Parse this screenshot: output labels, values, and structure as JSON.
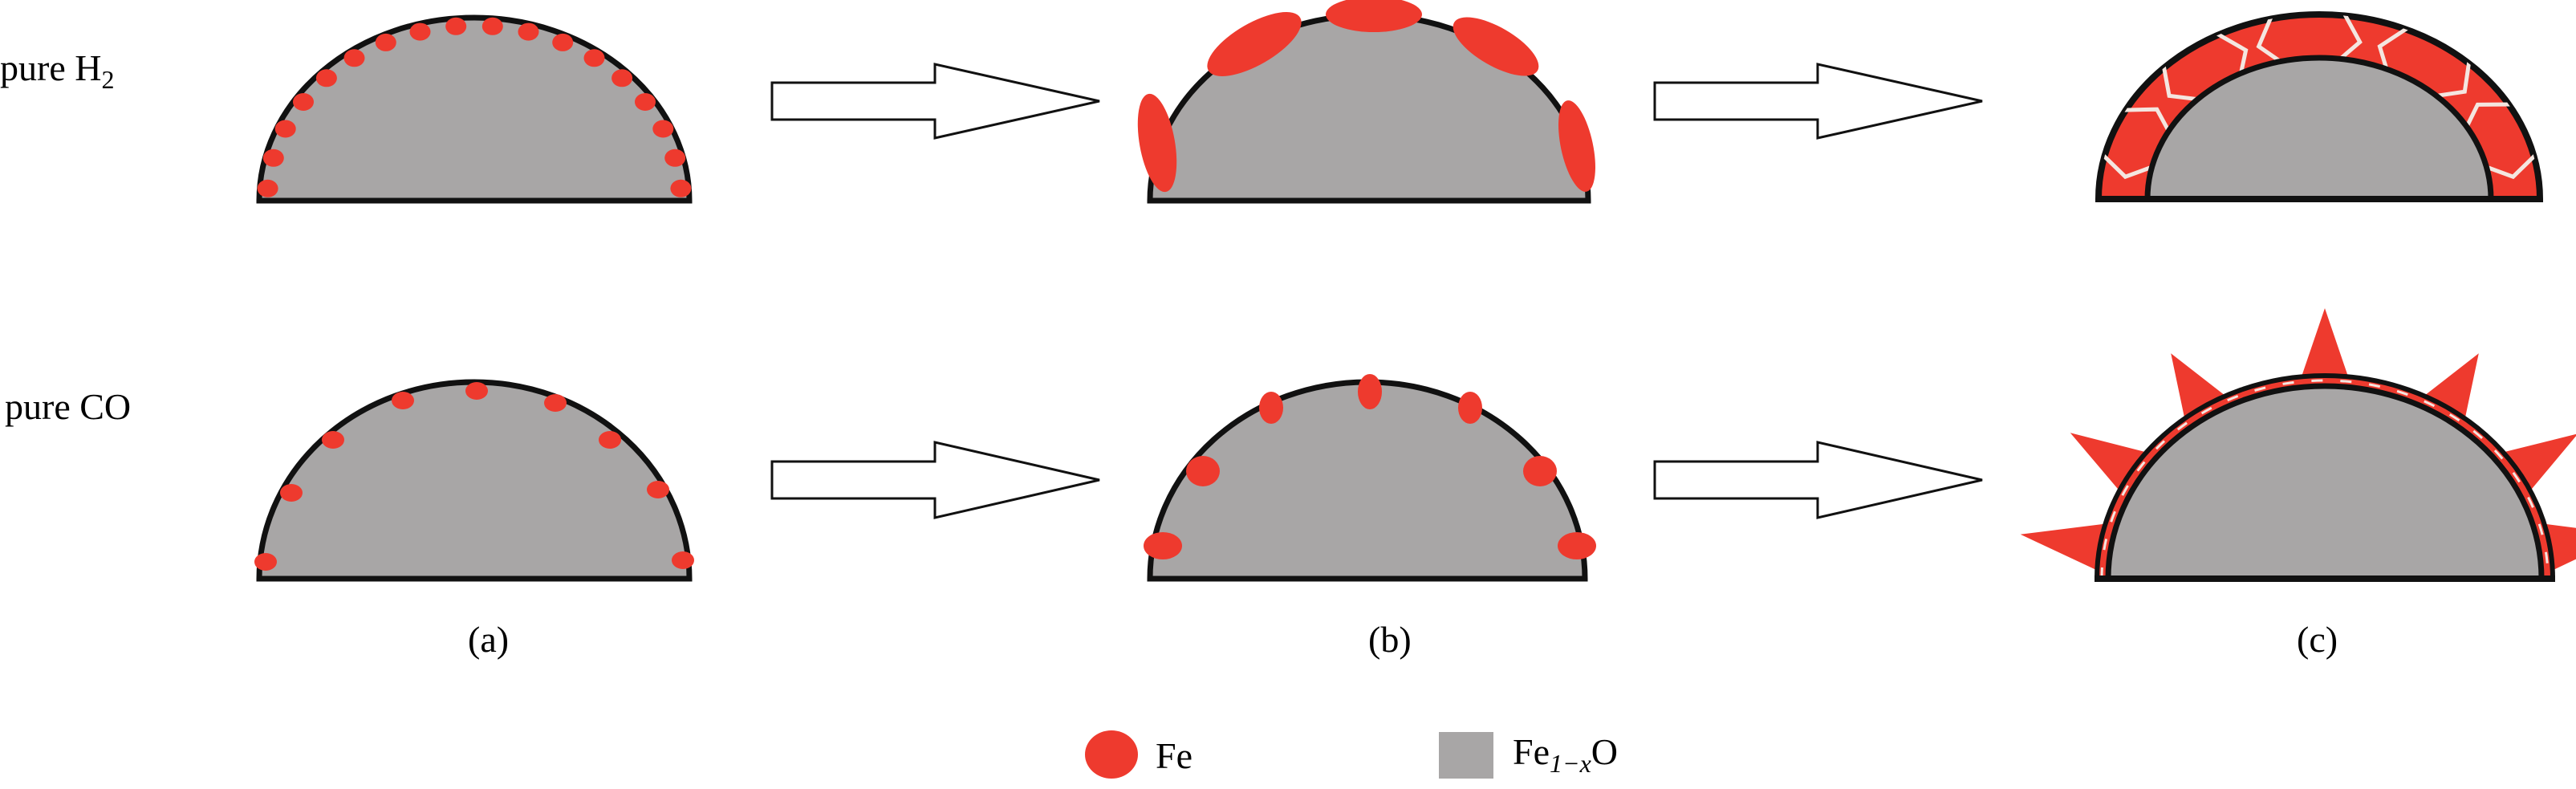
{
  "rows": {
    "h2": {
      "label_main": "pure  H",
      "label_sub": "2"
    },
    "co": {
      "label": "pure CO"
    }
  },
  "panels": [
    "(a)",
    "(b)",
    "(c)"
  ],
  "legend": {
    "fe_label": "Fe",
    "feo_label_main": "Fe",
    "feo_label_sub": "1−x",
    "feo_label_end": "O"
  },
  "colors": {
    "fe": "#ee3a2e",
    "wustite": "#a8a6a6",
    "outline": "#111111",
    "crack": "#f4e6e0"
  }
}
